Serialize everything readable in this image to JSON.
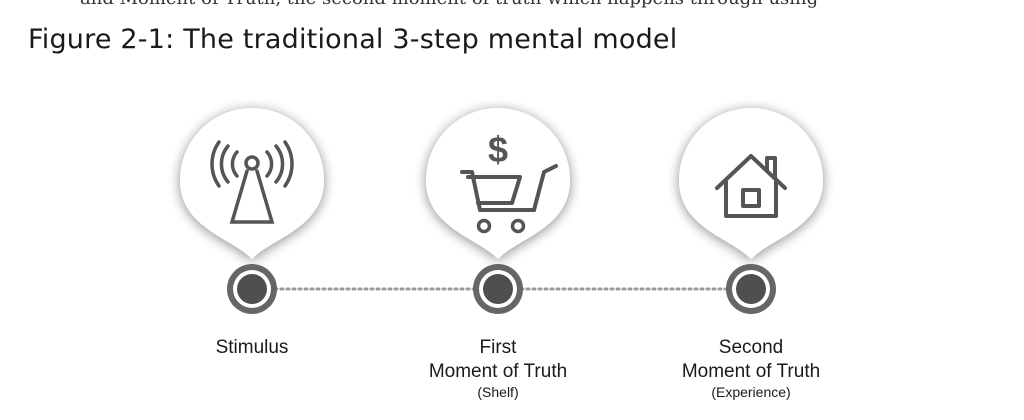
{
  "header": {
    "top_text": "and Moment of Truth, the second moment of truth which happens through using",
    "figure_title": "Figure 2-1: The traditional 3-step mental model"
  },
  "steps": [
    {
      "icon": "radio-tower-icon",
      "label_lines": [
        "Stimulus"
      ],
      "sub_label": ""
    },
    {
      "icon": "shopping-cart-dollar-icon",
      "label_lines": [
        "First",
        "Moment of Truth"
      ],
      "sub_label": "(Shelf)"
    },
    {
      "icon": "house-icon",
      "label_lines": [
        "Second",
        "Moment of Truth"
      ],
      "sub_label": "(Experience)"
    }
  ],
  "colors": {
    "node_ring": "#666666",
    "node_core": "#4f4f4f",
    "icon_stroke": "#555555",
    "connector": "#9a9a9a",
    "pin_fill": "#ffffff",
    "pin_shadow": "#bdbdbd"
  }
}
